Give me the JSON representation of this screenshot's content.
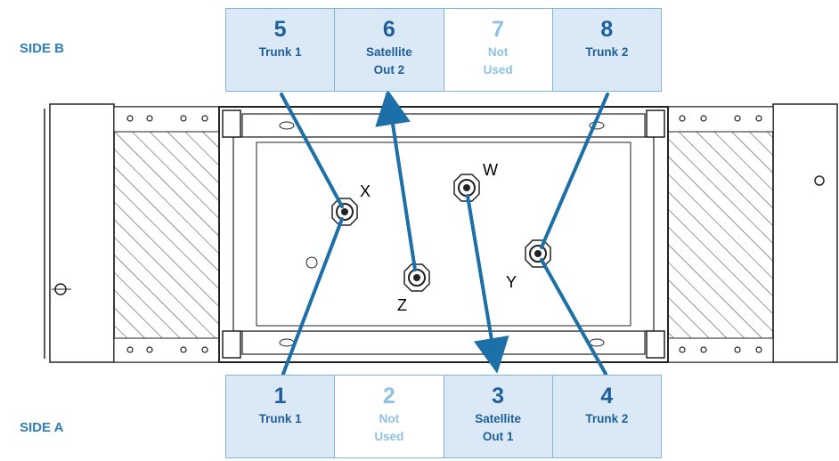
{
  "sides": {
    "b": "SIDE B",
    "a": "SIDE A"
  },
  "ports_top": [
    {
      "number": "5",
      "label_1": "Trunk 1",
      "label_2": "",
      "used": true
    },
    {
      "number": "6",
      "label_1": "Satellite",
      "label_2": "Out 2",
      "used": true
    },
    {
      "number": "7",
      "label_1": "Not",
      "label_2": "Used",
      "used": false
    },
    {
      "number": "8",
      "label_1": "Trunk 2",
      "label_2": "",
      "used": true
    }
  ],
  "ports_bottom": [
    {
      "number": "1",
      "label_1": "Trunk 1",
      "label_2": "",
      "used": true
    },
    {
      "number": "2",
      "label_1": "Not",
      "label_2": "Used",
      "used": false
    },
    {
      "number": "3",
      "label_1": "Satellite",
      "label_2": "Out 1",
      "used": true
    },
    {
      "number": "4",
      "label_1": "Trunk 2",
      "label_2": "",
      "used": true
    }
  ],
  "connectors": {
    "x": "X",
    "w": "W",
    "y": "Y",
    "z": "Z"
  },
  "colors": {
    "accent": "#1d6fa8",
    "used_fill": "#dbe9f6",
    "unused_text": "#8fc1e3"
  }
}
